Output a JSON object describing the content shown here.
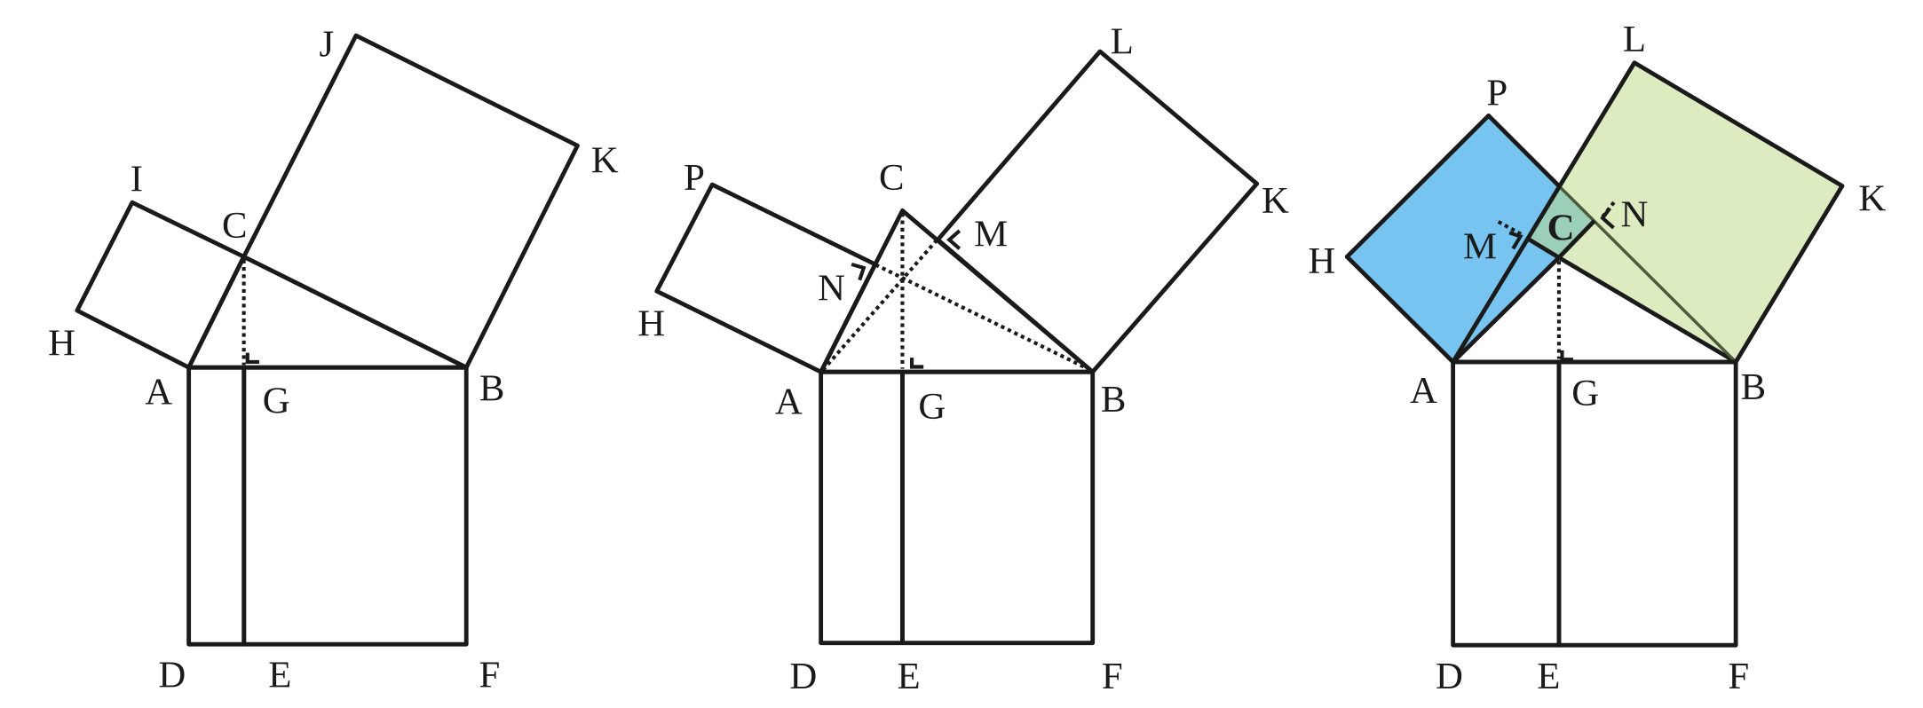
{
  "colors": {
    "light_blue": "#76c4ef",
    "red": "#d9251d",
    "blue": "#007bbf",
    "green": "#82c224",
    "light_green": "#ddebc0",
    "overlap_teal": "#9ccfb8",
    "stroke": "#1a1a1a"
  },
  "figure1": {
    "labels": {
      "A": "A",
      "B": "B",
      "C": "C",
      "D": "D",
      "E": "E",
      "F": "F",
      "G": "G",
      "H": "H",
      "I": "I",
      "J": "J",
      "K": "K"
    }
  },
  "figure2": {
    "labels": {
      "A": "A",
      "B": "B",
      "C": "C",
      "D": "D",
      "E": "E",
      "F": "F",
      "G": "G",
      "H": "H",
      "P": "P",
      "L": "L",
      "K": "K",
      "M": "M",
      "N": "N"
    }
  },
  "figure3": {
    "labels": {
      "A": "A",
      "B": "B",
      "C": "C",
      "D": "D",
      "E": "E",
      "F": "F",
      "G": "G",
      "H": "H",
      "P": "P",
      "L": "L",
      "K": "K",
      "M": "M",
      "N": "N"
    }
  }
}
